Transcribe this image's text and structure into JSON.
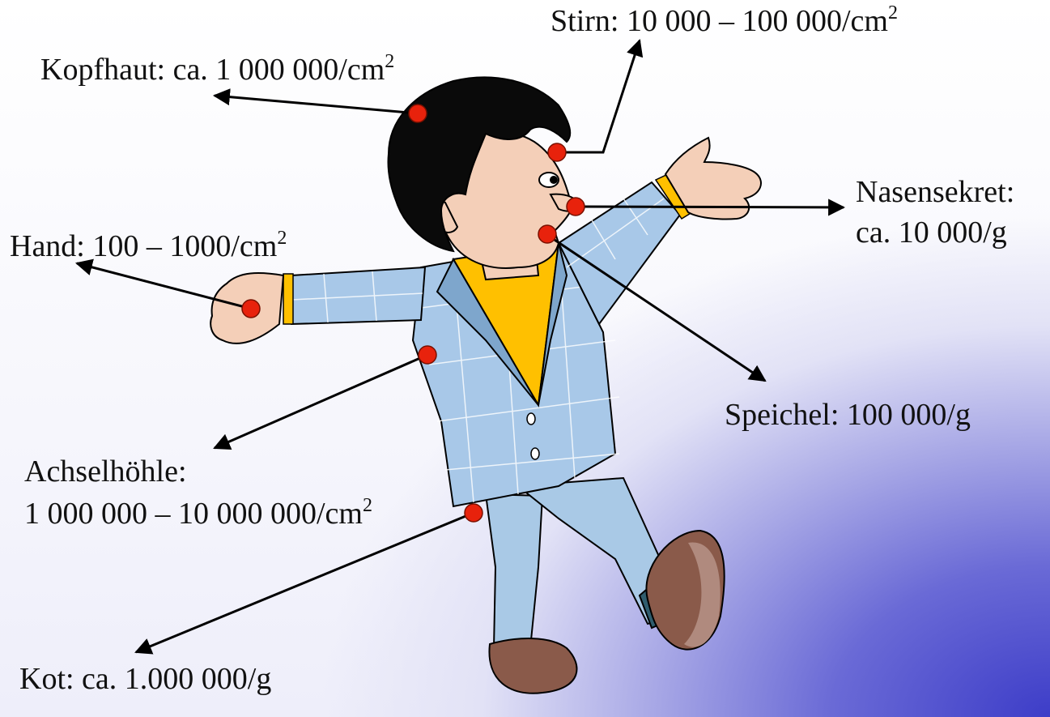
{
  "labels": {
    "stirn": {
      "text": "Stirn: 10 000 – 100 000/cm",
      "sup": "2"
    },
    "kopfhaut": {
      "text": "Kopfhaut: ca. 1 000 000/cm",
      "sup": "2"
    },
    "nasensekret": {
      "line1": "Nasensekret:",
      "line2": "ca. 10 000/g"
    },
    "hand": {
      "text": "Hand: 100 – 1000/cm",
      "sup": "2"
    },
    "speichel": {
      "text": "Speichel: 100 000/g"
    },
    "achselhoehle": {
      "line1": "Achselhöhle:",
      "line2": "1 000 000 – 10 000 000/cm",
      "sup": "2"
    },
    "kot": {
      "text": "Kot: ca. 1.000 000/g"
    }
  },
  "colors": {
    "marker": "#e8220c",
    "line": "#000000",
    "hair": "#0a0a0a",
    "skin": "#f4cfb8",
    "jacket": "#a8c8e8",
    "shirt": "#ffc000",
    "pants": "#a9c9e6",
    "shoe": "#8a5a4a"
  }
}
